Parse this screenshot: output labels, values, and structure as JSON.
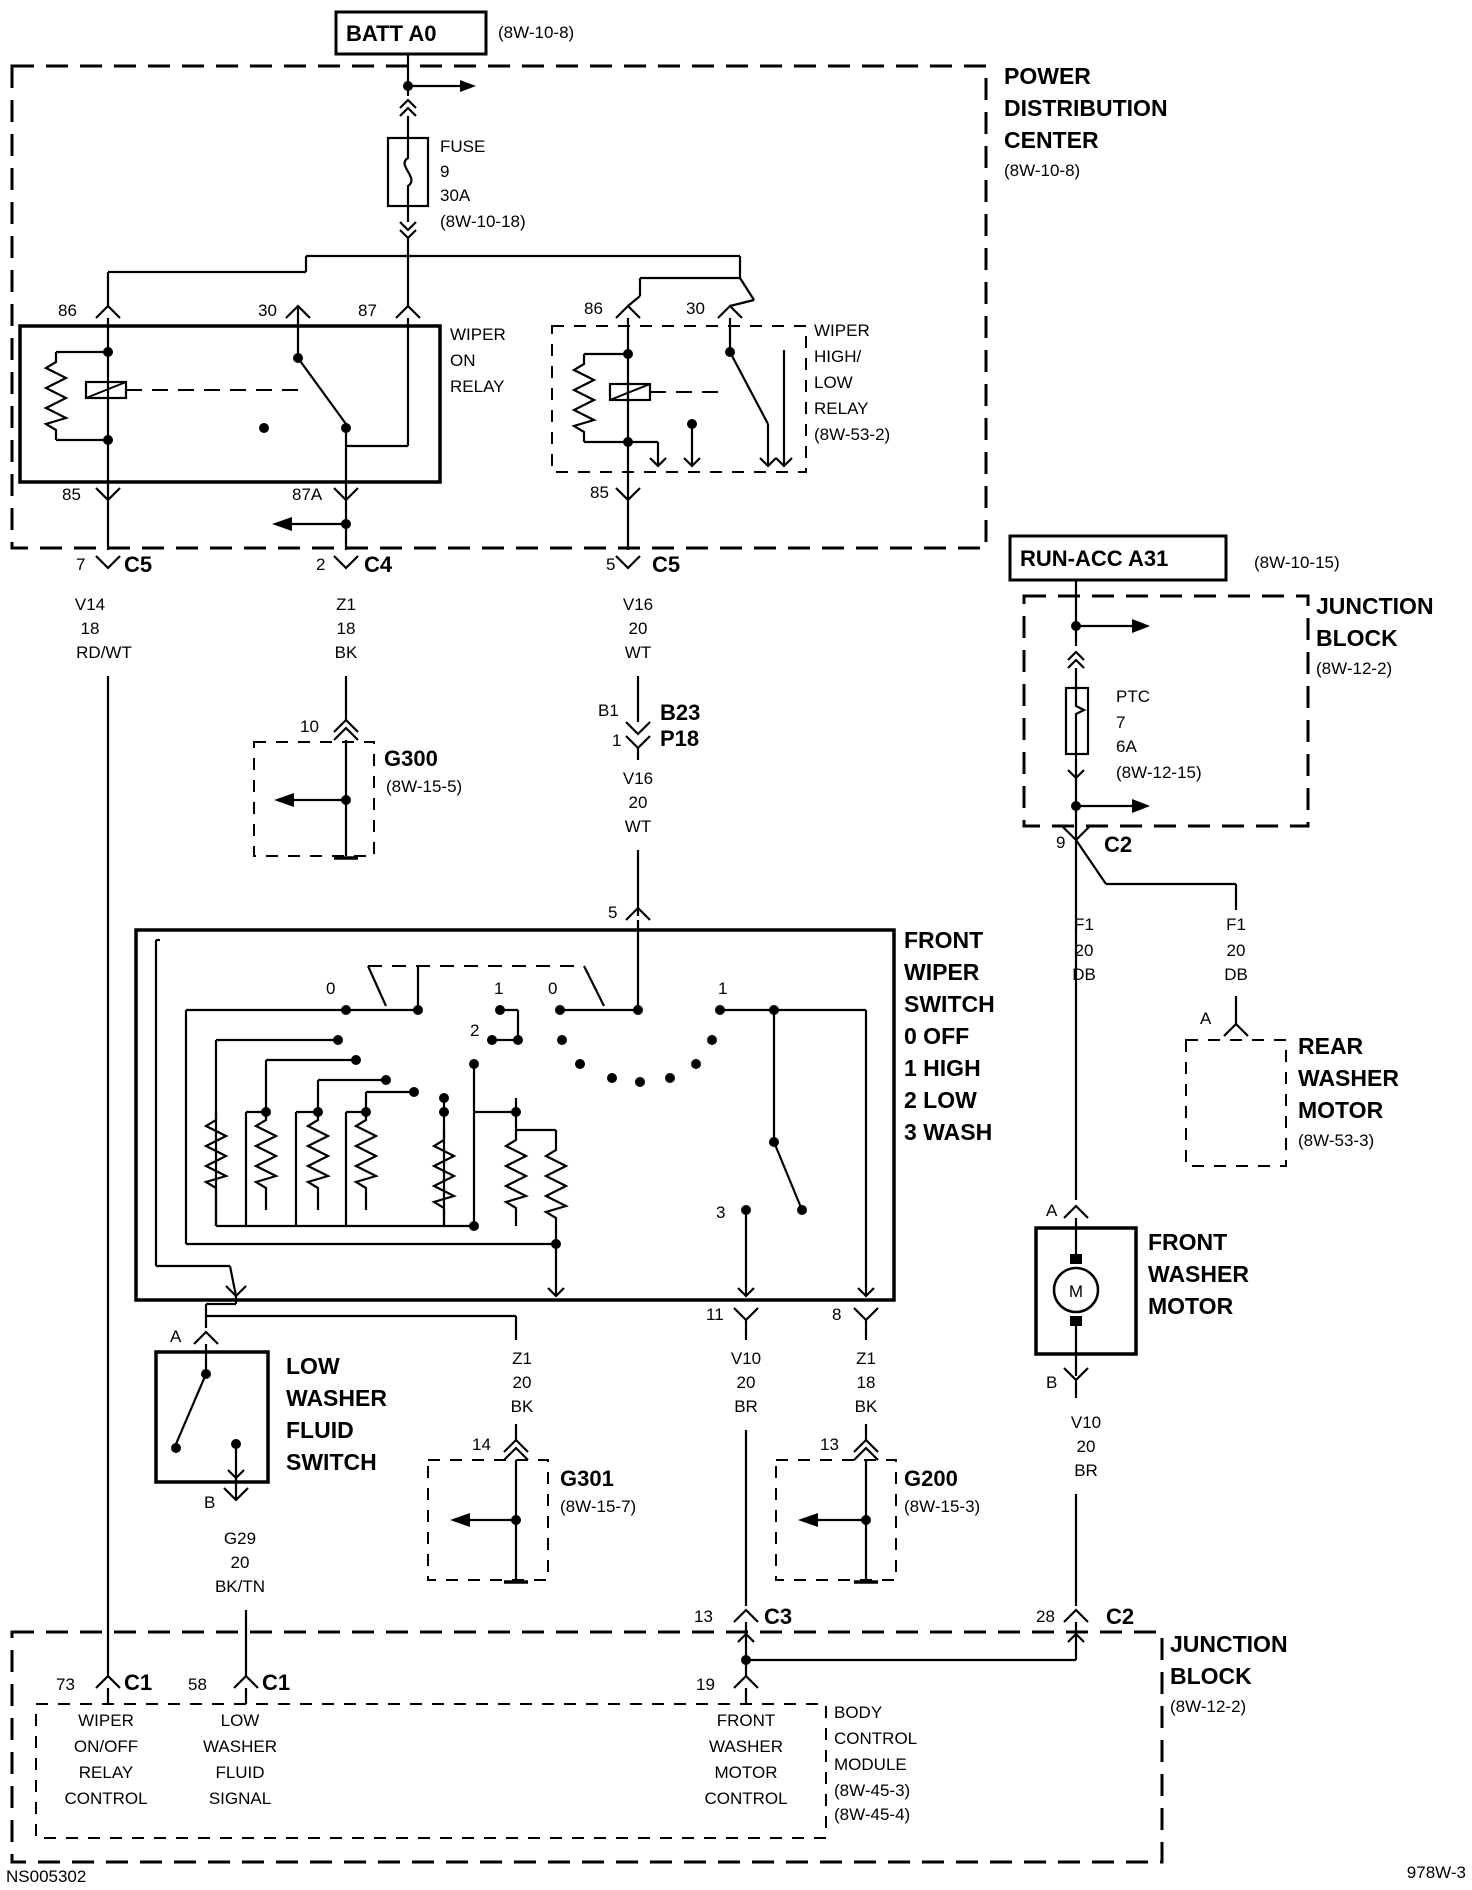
{
  "batt": {
    "title": "BATT A0",
    "ref": "(8W-10-8)"
  },
  "pdc": {
    "l1": "POWER",
    "l2": "DISTRIBUTION",
    "l3": "CENTER",
    "ref": "(8W-10-8)"
  },
  "fuse9": {
    "l1": "FUSE",
    "l2": "9",
    "l3": "30A",
    "ref": "(8W-10-18)"
  },
  "wiper_on_relay": {
    "l1": "WIPER",
    "l2": "ON",
    "l3": "RELAY",
    "p86": "86",
    "p30": "30",
    "p87": "87",
    "p85": "85",
    "p87a": "87A"
  },
  "wiper_hl_relay": {
    "l1": "WIPER",
    "l2": "HIGH/",
    "l3": "LOW",
    "l4": "RELAY",
    "ref": "(8W-53-2)",
    "p86": "86",
    "p30": "30",
    "p85": "85"
  },
  "conn_c5a": {
    "pin": "7",
    "name": "C5"
  },
  "conn_c4": {
    "pin": "2",
    "name": "C4"
  },
  "conn_c5b": {
    "pin": "5",
    "name": "C5"
  },
  "wire_v14": {
    "circuit": "V14",
    "gauge": "18",
    "color": "RD/WT"
  },
  "wire_z1a": {
    "circuit": "Z1",
    "gauge": "18",
    "color": "BK"
  },
  "wire_v16a": {
    "circuit": "V16",
    "gauge": "20",
    "color": "WT"
  },
  "wire_v16b": {
    "circuit": "V16",
    "gauge": "20",
    "color": "WT"
  },
  "conn_b23": {
    "pin1": "B1",
    "pin2": "1",
    "name1": "B23",
    "name2": "P18"
  },
  "g300": {
    "pin": "10",
    "name": "G300",
    "ref": "(8W-15-5)"
  },
  "run_acc": {
    "title": "RUN-ACC A31",
    "ref": "(8W-10-15)"
  },
  "jb_top": {
    "l1": "JUNCTION",
    "l2": "BLOCK",
    "ref": "(8W-12-2)"
  },
  "ptc7": {
    "l1": "PTC",
    "l2": "7",
    "l3": "6A",
    "ref": "(8W-12-15)"
  },
  "conn_c2a": {
    "pin": "9",
    "name": "C2"
  },
  "wire_f1a": {
    "circuit": "F1",
    "gauge": "20",
    "color": "DB"
  },
  "wire_f1b": {
    "circuit": "F1",
    "gauge": "20",
    "color": "DB"
  },
  "rear_washer": {
    "pin": "A",
    "l1": "REAR",
    "l2": "WASHER",
    "l3": "MOTOR",
    "ref": "(8W-53-3)"
  },
  "front_wiper_switch": {
    "pin5": "5",
    "l1": "FRONT",
    "l2": "WIPER",
    "l3": "SWITCH",
    "l4": "0 OFF",
    "l5": "1 HIGH",
    "l6": "2 LOW",
    "l7": "3 WASH",
    "pos0a": "0",
    "pos1a": "1",
    "pos0b": "0",
    "pos1b": "1",
    "pos2": "2",
    "pos3": "3",
    "pin11": "11",
    "pin8": "8"
  },
  "front_washer": {
    "pinA": "A",
    "pinB": "B",
    "l1": "FRONT",
    "l2": "WASHER",
    "l3": "MOTOR",
    "m": "M"
  },
  "low_washer_switch": {
    "pinA": "A",
    "pinB": "B",
    "l1": "LOW",
    "l2": "WASHER",
    "l3": "FLUID",
    "l4": "SWITCH"
  },
  "wire_z1b": {
    "circuit": "Z1",
    "gauge": "20",
    "color": "BK"
  },
  "wire_v10a": {
    "circuit": "V10",
    "gauge": "20",
    "color": "BR"
  },
  "wire_z1c": {
    "circuit": "Z1",
    "gauge": "18",
    "color": "BK"
  },
  "wire_v10b": {
    "circuit": "V10",
    "gauge": "20",
    "color": "BR"
  },
  "wire_g29": {
    "circuit": "G29",
    "gauge": "20",
    "color": "BK/TN"
  },
  "g301": {
    "pin": "14",
    "name": "G301",
    "ref": "(8W-15-7)"
  },
  "g200": {
    "pin": "13",
    "name": "G200",
    "ref": "(8W-15-3)"
  },
  "conn_c3": {
    "pin": "13",
    "name": "C3"
  },
  "conn_c2b": {
    "pin": "28",
    "name": "C2"
  },
  "jb_bottom": {
    "l1": "JUNCTION",
    "l2": "BLOCK",
    "ref": "(8W-12-2)"
  },
  "bcm": {
    "l1": "BODY",
    "l2": "CONTROL",
    "l3": "MODULE",
    "ref1": "(8W-45-3)",
    "ref2": "(8W-45-4)",
    "c1a": {
      "pin": "73",
      "name": "C1"
    },
    "c1b": {
      "pin": "58",
      "name": "C1"
    },
    "p19": "19",
    "wiper_ctrl": {
      "l1": "WIPER",
      "l2": "ON/OFF",
      "l3": "RELAY",
      "l4": "CONTROL"
    },
    "low_signal": {
      "l1": "LOW",
      "l2": "WASHER",
      "l3": "FLUID",
      "l4": "SIGNAL"
    },
    "washer_ctrl": {
      "l1": "FRONT",
      "l2": "WASHER",
      "l3": "MOTOR",
      "l4": "CONTROL"
    }
  },
  "footer": {
    "left": "NS005302",
    "right": "978W-3"
  }
}
